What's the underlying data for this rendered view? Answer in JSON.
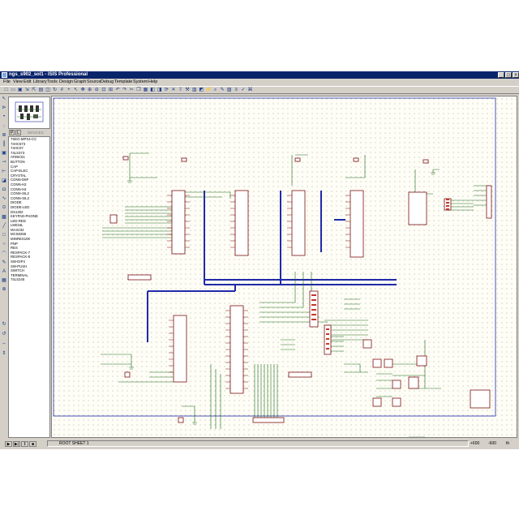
{
  "window": {
    "title": "ngs_s902_sol1 - ISIS Professional"
  },
  "menu": [
    "File",
    "View",
    "Edit",
    "Library",
    "Tools",
    "Design",
    "Graph",
    "Source",
    "Debug",
    "Template",
    "System",
    "Help"
  ],
  "toolbar_icons": [
    "new-icon",
    "open-icon",
    "save-icon",
    "import-icon",
    "export-icon",
    "print-icon",
    "area-icon",
    "refresh-icon",
    "grid-icon",
    "origin-icon",
    "cursor-icon",
    "pan-icon",
    "zoom-in-icon",
    "zoom-out-icon",
    "zoom-all-icon",
    "zoom-area-icon",
    "undo-icon",
    "redo-icon",
    "cut-icon",
    "copy-icon",
    "paste-icon",
    "block-copy-icon",
    "block-move-icon",
    "block-rotate-icon",
    "block-delete-icon",
    "pick-icon",
    "make-device-icon",
    "package-icon",
    "decompose-icon",
    "wire-autorouter-icon",
    "search-icon",
    "property-icon",
    "sheet-icon",
    "bom-icon",
    "erc-icon",
    "netlist-icon"
  ],
  "panel": {
    "mode_p": "P",
    "mode_l": "L",
    "header": "DEVICES"
  },
  "devices": [
    "7SEG-MPX4-CC",
    "74HC573",
    "74HC07",
    "74LS373",
    "AT89C51",
    "BUTTON",
    "CAP",
    "CAP-ELEC",
    "CRYSTAL",
    "CONN-D9F",
    "CONN-H2",
    "CONN-H4",
    "CONN-SIL2",
    "CONN-SIL3",
    "DIODE",
    "DIODE-LED",
    "DS1302",
    "KEYPAD-PHONE",
    "LED-RED",
    "LM016L",
    "MAX232",
    "MCS8255",
    "MINRES10K",
    "PNP",
    "RES",
    "RESPACK-7",
    "RESPACK-8",
    "SW-DIP4",
    "SW-PUSH",
    "SWITCH",
    "TERMINAL",
    "74LS245"
  ],
  "status": {
    "sheet": "ROOT SHEET 1",
    "coord_x": "+600",
    "coord_y": "-600",
    "unit": "th"
  },
  "colors": {
    "title_bg": "#0a246a",
    "bus": "#1f2aa8",
    "wire": "#1a6b1a",
    "component": "#7a1010",
    "sheet_border": "#1f2aa8"
  }
}
